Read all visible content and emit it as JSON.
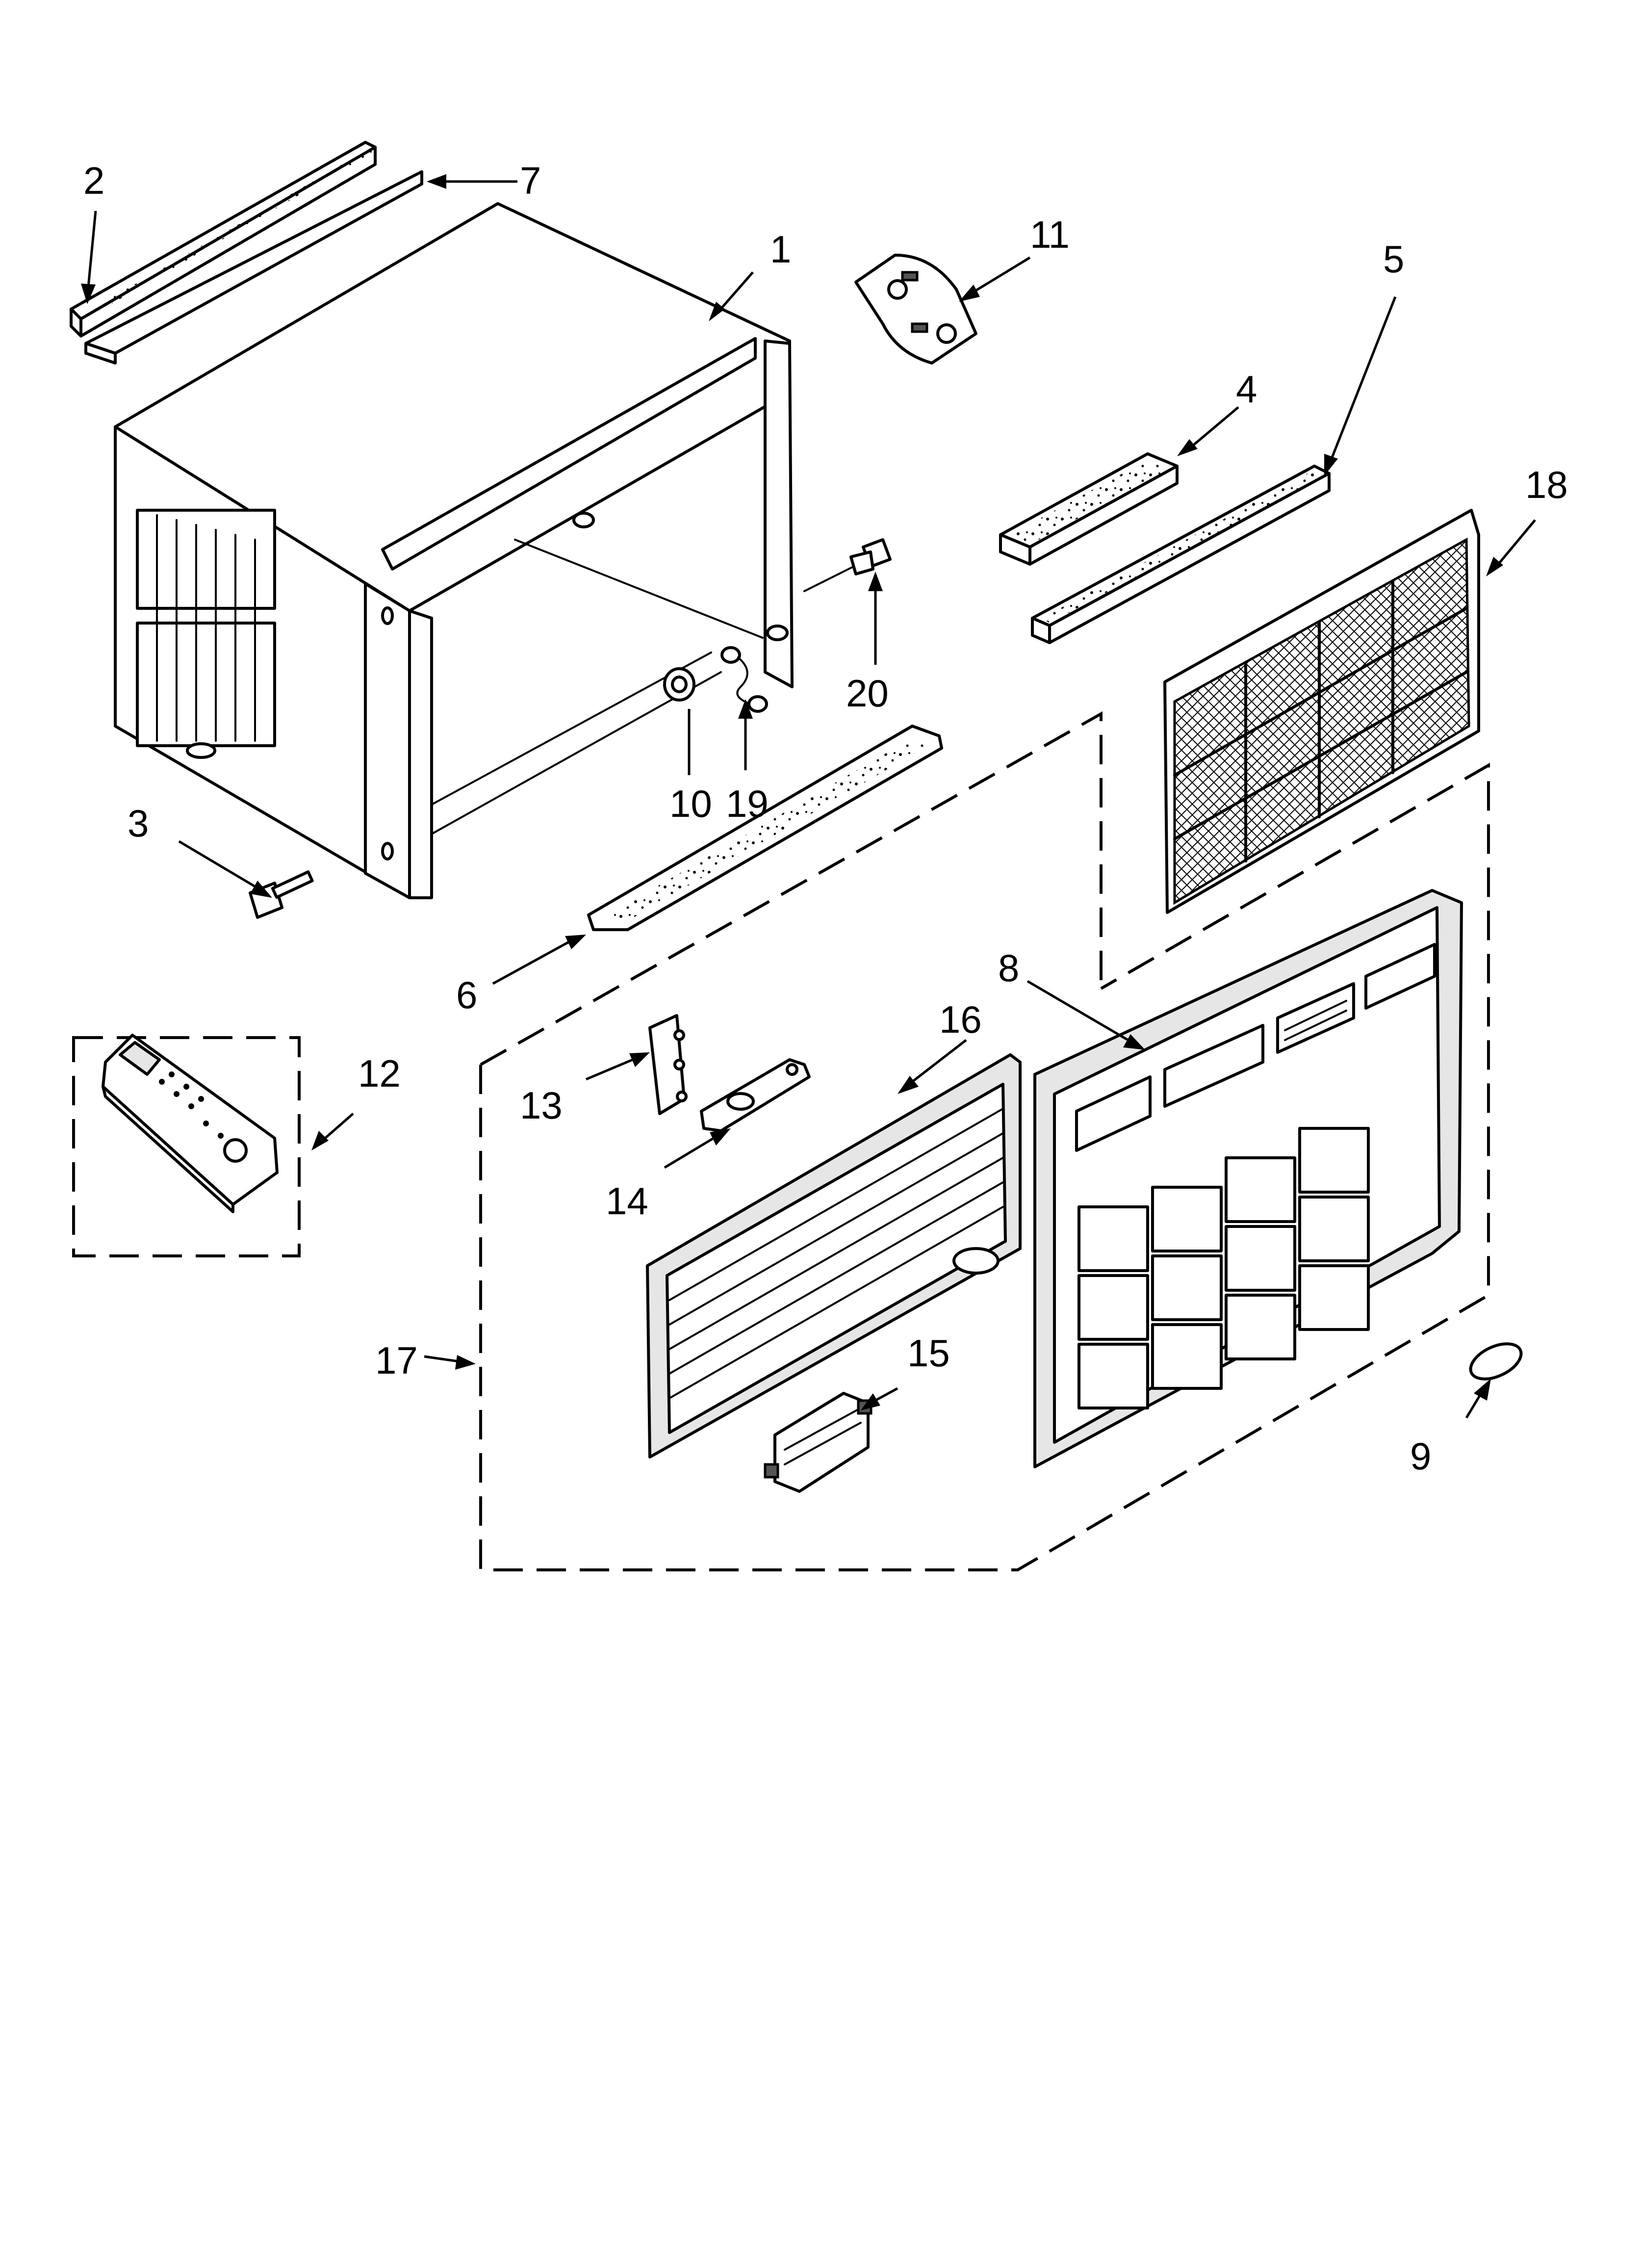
{
  "callouts": [
    {
      "part": "1",
      "label": "1"
    },
    {
      "part": "2",
      "label": "2"
    },
    {
      "part": "3",
      "label": "3"
    },
    {
      "part": "4",
      "label": "4"
    },
    {
      "part": "5",
      "label": "5"
    },
    {
      "part": "6",
      "label": "6"
    },
    {
      "part": "7",
      "label": "7"
    },
    {
      "part": "8",
      "label": "8"
    },
    {
      "part": "9",
      "label": "9"
    },
    {
      "part": "10",
      "label": "10"
    },
    {
      "part": "11",
      "label": "11"
    },
    {
      "part": "12",
      "label": "12"
    },
    {
      "part": "13",
      "label": "13"
    },
    {
      "part": "14",
      "label": "14"
    },
    {
      "part": "15",
      "label": "15"
    },
    {
      "part": "16",
      "label": "16"
    },
    {
      "part": "17",
      "label": "17"
    },
    {
      "part": "18",
      "label": "18"
    },
    {
      "part": "19",
      "label": "19"
    },
    {
      "part": "20",
      "label": "20"
    }
  ],
  "colors": {
    "line": "#000000",
    "background": "#ffffff",
    "panel_fill": "#e6e6e6"
  }
}
